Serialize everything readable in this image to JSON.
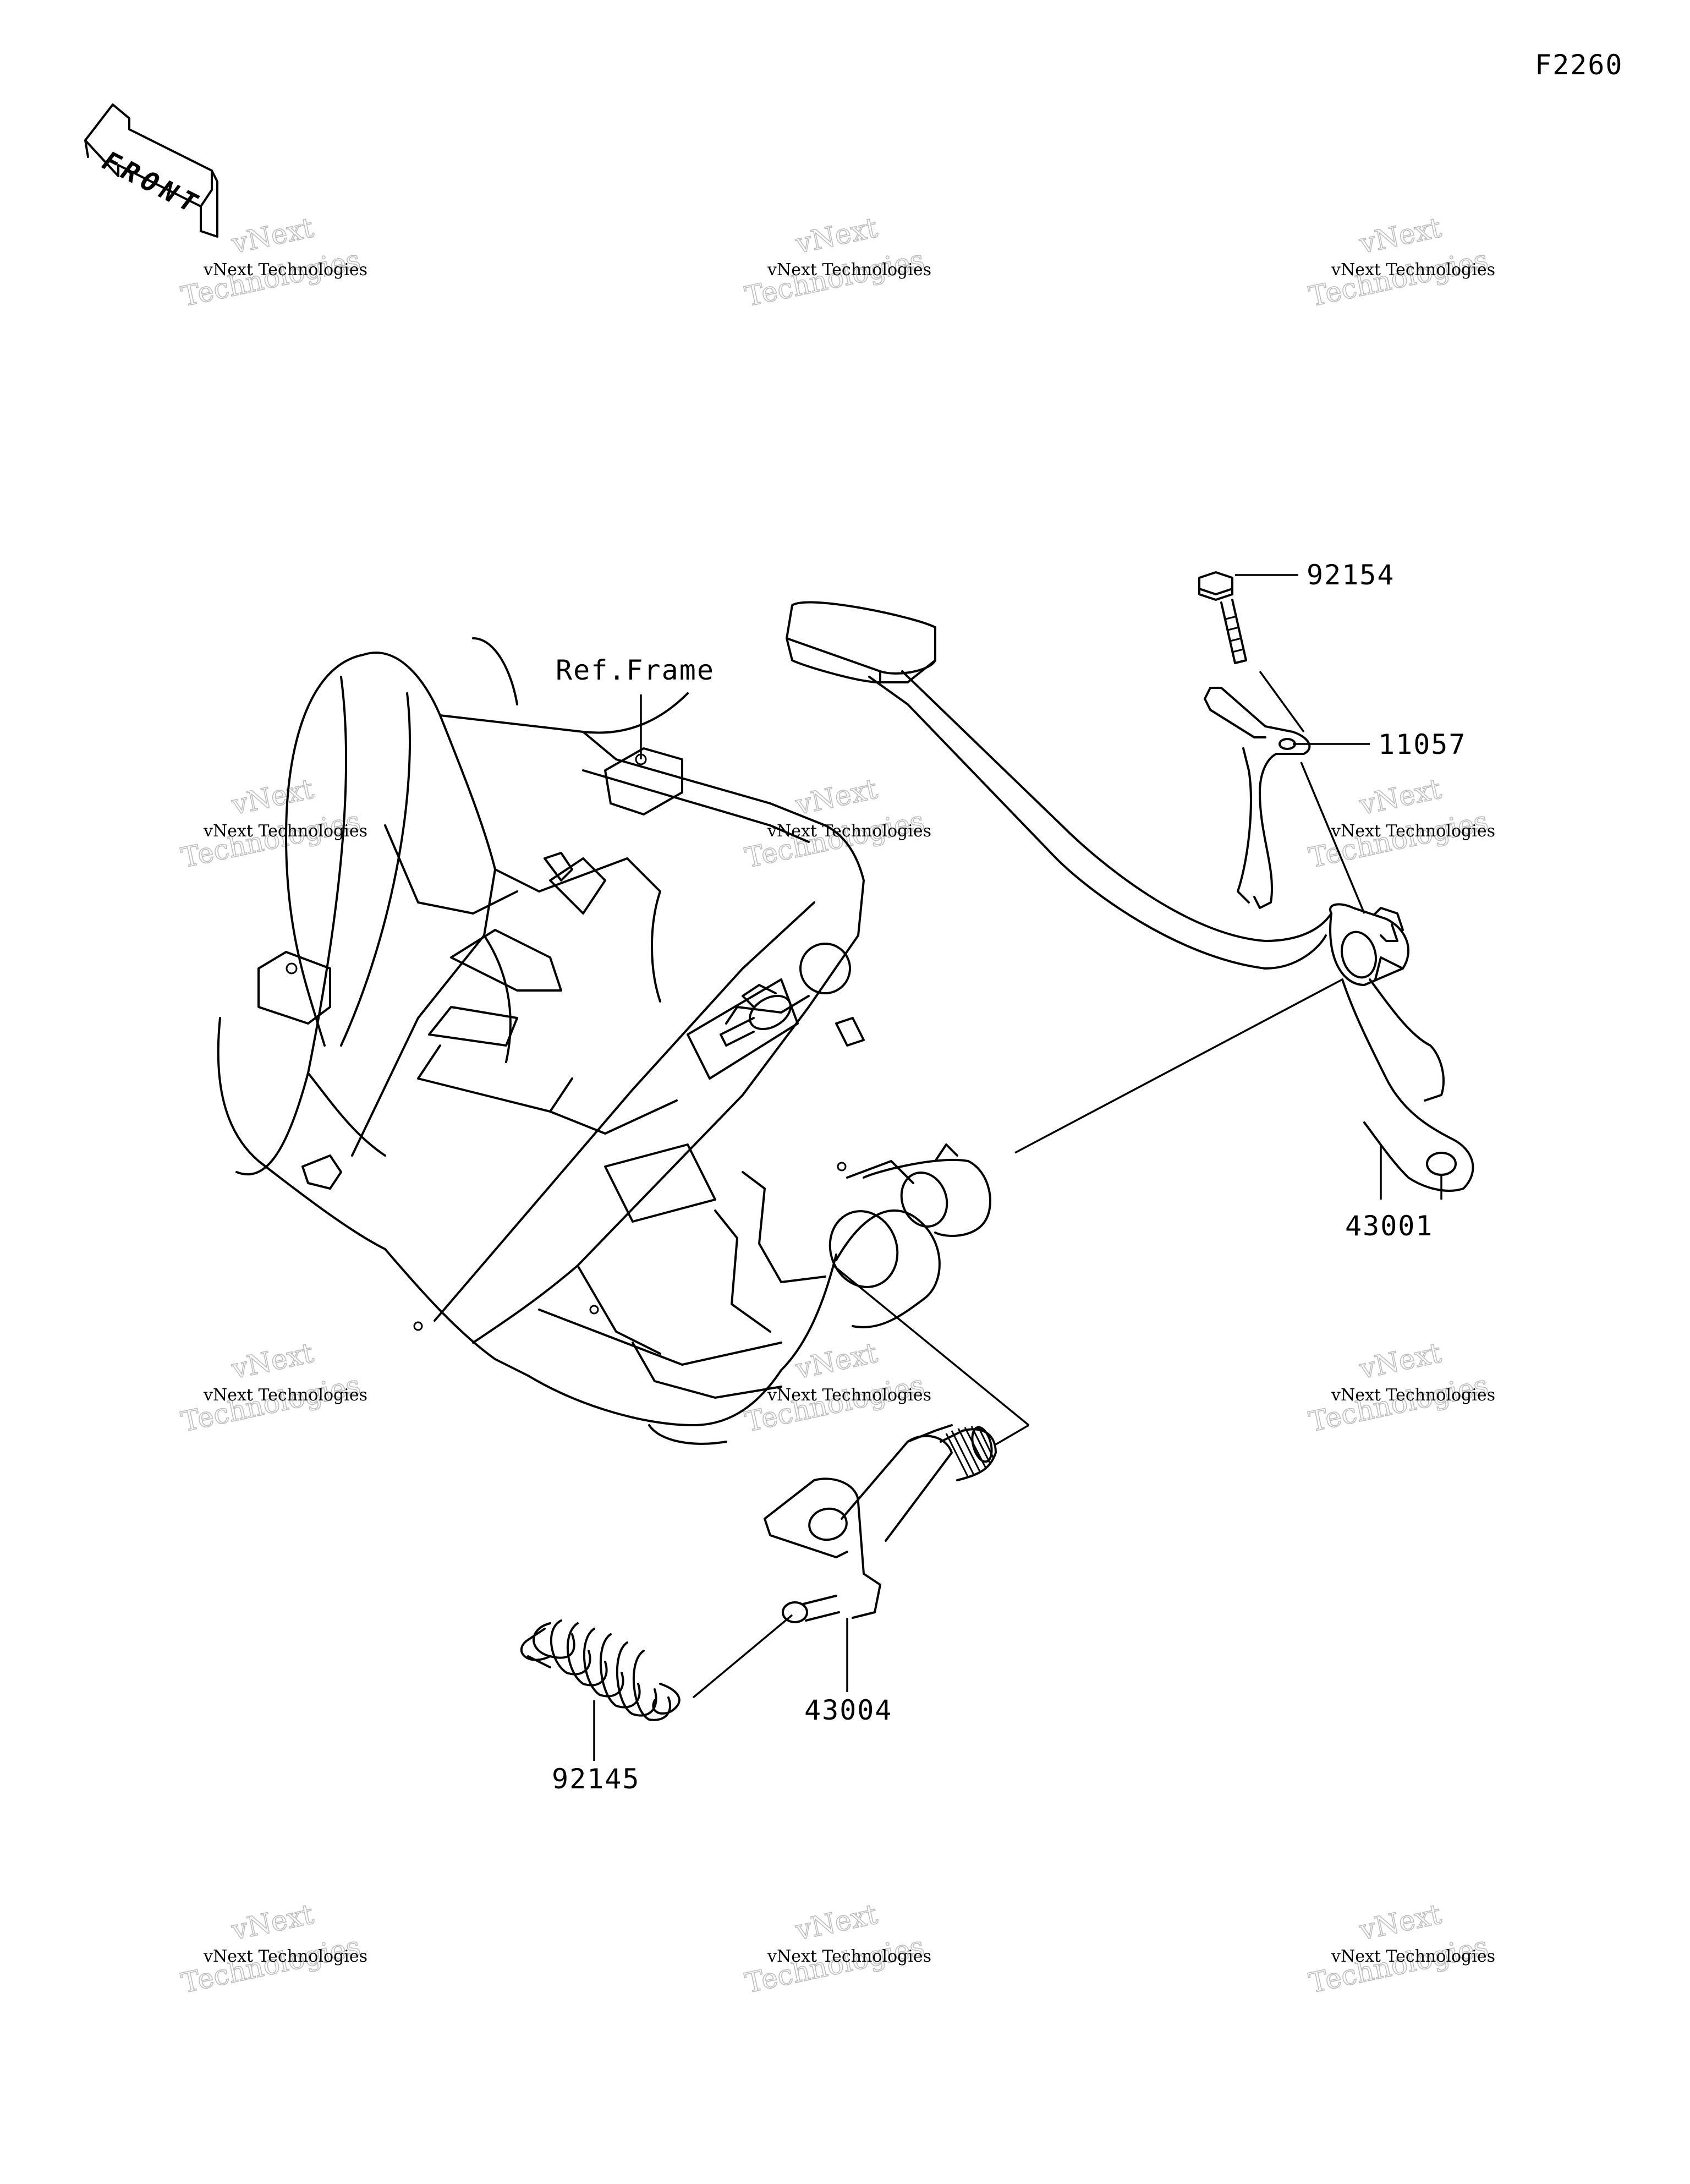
{
  "figure_id": "F2260",
  "front_marker": {
    "text": "FRONT"
  },
  "reference": {
    "text": "Ref.Frame"
  },
  "parts": [
    {
      "id": "92154"
    },
    {
      "id": "11057"
    },
    {
      "id": "43001"
    },
    {
      "id": "43004"
    },
    {
      "id": "92145"
    }
  ],
  "watermark": {
    "brand": "vNext",
    "line1": "vNext Technologies",
    "line2": "Technologies"
  },
  "colors": {
    "ink": "#000000",
    "background": "#ffffff",
    "watermark_outline": "#bdbdbd"
  }
}
